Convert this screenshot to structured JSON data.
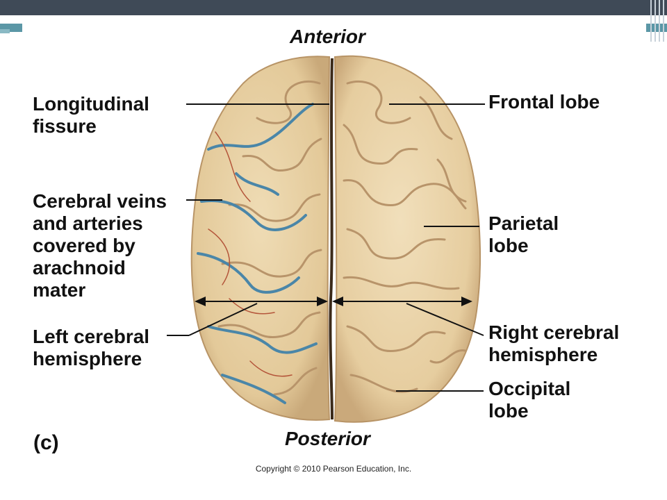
{
  "labels": {
    "anterior": "Anterior",
    "posterior": "Posterior",
    "longitudinal_fissure": "Longitudinal\nfissure",
    "cerebral_veins": "Cerebral veins\nand arteries\ncovered by\narachnoid\nmater",
    "left_hemisphere": "Left cerebral\nhemisphere",
    "frontal_lobe": "Frontal lobe",
    "parietal_lobe": "Parietal\nlobe",
    "right_hemisphere": "Right cerebral\nhemisphere",
    "occipital_lobe": "Occipital\nlobe",
    "panel": "(c)"
  },
  "copyright": "Copyright © 2010 Pearson Education, Inc.",
  "colors": {
    "brain": "#e9d3a9",
    "brain_shadow": "#c9a97a",
    "vein": "#4a86a8",
    "artery": "#b4553a",
    "topbar": "#3f4a57",
    "accent": "#5b97a6"
  }
}
